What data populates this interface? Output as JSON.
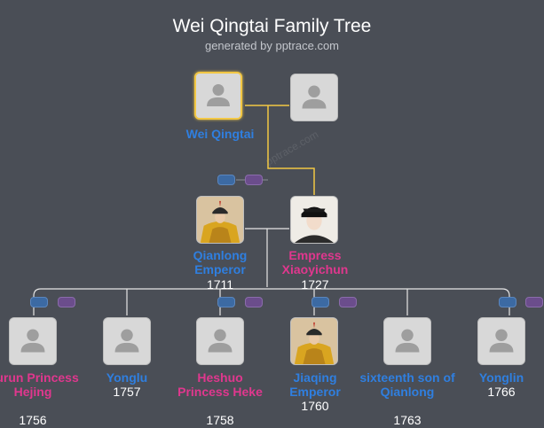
{
  "header": {
    "title": "Wei Qingtai Family Tree",
    "subtitle": "generated by pptrace.com",
    "watermark": "pptrace.com"
  },
  "colors": {
    "background": "#4a4e56",
    "male": "#2f7fe0",
    "female": "#e0378e",
    "highlight": "#f2c744",
    "connector": "#f2c744"
  },
  "people": {
    "wei_qingtai": {
      "name": "Wei Qingtai",
      "year": ""
    },
    "wei_spouse": {
      "name": "",
      "year": ""
    },
    "qianlong": {
      "name": "Qianlong Emperor",
      "year": "1711"
    },
    "xiaoyichun": {
      "name": "Empress Xiaoyichun",
      "year": "1727"
    },
    "kurun": {
      "name": "Kurun Princess Hejing",
      "year": "1756"
    },
    "yonglu": {
      "name": "Yonglu",
      "year": "1757"
    },
    "heshuo": {
      "name": "Heshuo Princess Heke",
      "year": "1758"
    },
    "jiaqing": {
      "name": "Jiaqing Emperor",
      "year": "1760"
    },
    "sixteenth": {
      "name": "sixteenth son of Qianlong",
      "year": "1763"
    },
    "yonglin": {
      "name": "Yonglin",
      "year": "1766"
    }
  }
}
